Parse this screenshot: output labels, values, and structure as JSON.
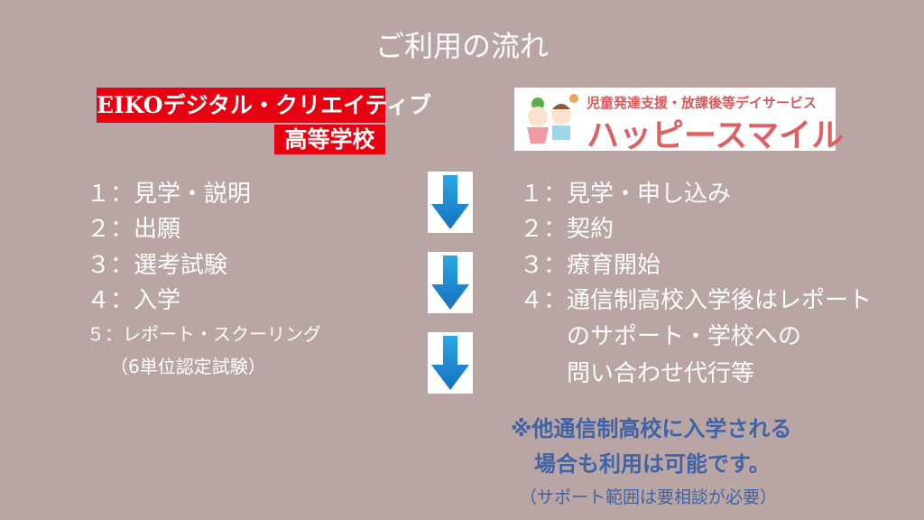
{
  "title": "ご利用の流れ",
  "left": {
    "logo_line1": "EIKOデジタル・クリエイティブ",
    "logo_line2": "高等学校",
    "steps": [
      "１：見学・説明",
      "２：出願",
      "３：選考試験",
      "４：入学",
      "５：レポート・スクーリング",
      "（6単位認定試験）"
    ]
  },
  "right": {
    "logo_sub": "児童発達支援・放課後等デイサービス",
    "logo_main": "ハッピースマイル",
    "steps": [
      "１：見学・申し込み",
      "２：契約",
      "３：療育開始",
      "４：通信制高校入学後はレポート",
      "のサポート・学校への",
      "問い合わせ代行等"
    ],
    "notes": [
      "※他通信制高校に入学される",
      "場合も利用は可能です。",
      "（サポート範囲は要相談が必要）"
    ]
  },
  "colors": {
    "background": "#b9a5a3",
    "eiko_red": "#e60012",
    "arrow_blue": "#1a8fd6",
    "note_blue": "#3f63a6"
  },
  "icons": [
    "arrow-down-icon",
    "arrow-down-icon",
    "arrow-down-icon"
  ]
}
